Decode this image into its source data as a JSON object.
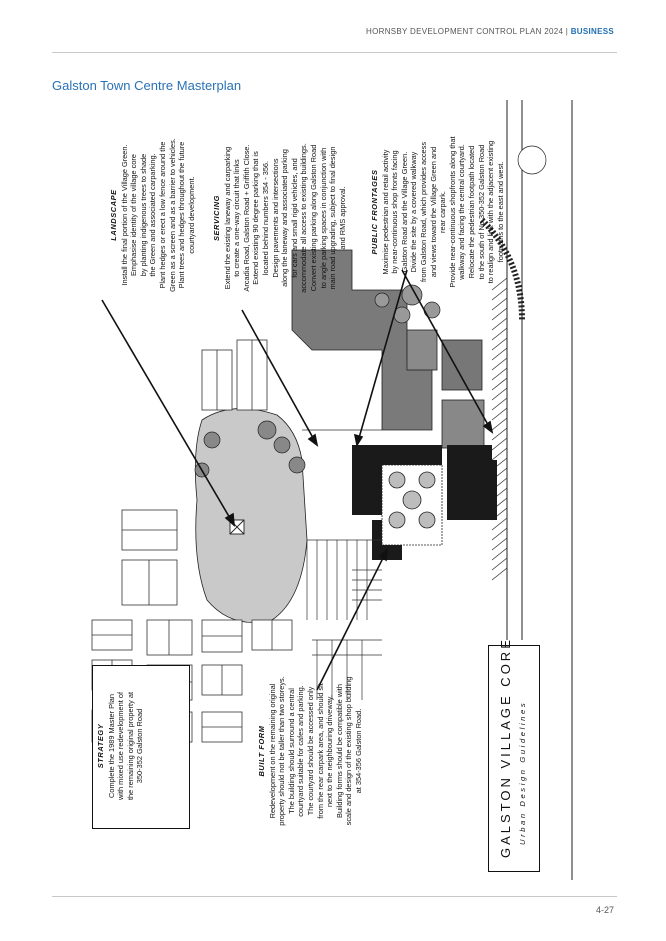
{
  "header": {
    "doc_title": "HORNSBY DEVELOPMENT CONTROL PLAN 2024",
    "separator": " | ",
    "section": "BUSINESS"
  },
  "page_title": "Galston Town Centre Masterplan",
  "page_number": "4-27",
  "plan": {
    "core_title": "GALSTON VILLAGE CORE",
    "core_subtitle": "Urban Design Guidelines",
    "strategy": {
      "heading": "STRATEGY",
      "lines": [
        "Complete the 1989 Master Plan",
        "with mixed use redevelopment of",
        "the remaining original property at",
        "350-352 Galston Road"
      ]
    },
    "built_form": {
      "heading": "BUILT FORM",
      "lines": [
        "Redevelopment on the remaining original",
        "property should not be taller than two storeys.",
        "The building should surround a central",
        "courtyard suitable for cafes and parking.",
        "The courtyard should be accessed only",
        "from the rear carpark area, and should sit",
        "next to the neighbouring driveway.",
        "Building forms should be compatible with",
        "scale and design of the existing shop building",
        "at 354-356 Galston Road."
      ]
    },
    "landscape": {
      "heading": "LANDSCAPE",
      "lines": [
        "Install the final portion of the Village Green.",
        "Emphasise identity of the village core",
        "by planting indigenous trees to shade",
        "the Green and associated carparking.",
        "Plant hedges or erect a low fence around the",
        "Green as a screen and as a barrier to vehicles.",
        "Plant trees and hedges throughout the future",
        "courtyard development."
      ]
    },
    "servicing": {
      "heading": "SERVICING",
      "lines": [
        "Extend the existing laneway and carparking",
        "to create a one-way circuit that links",
        "Arcadia Road, Galston Road + Griffith Close.",
        "Extend existing 90 degree parking that is",
        "located behind numbers 354 - 356.",
        "Design pavements and intersections",
        "along the laneway and associated parking",
        "for cars and small rigid vehicles, and",
        "accommodate all access to existing buildings.",
        "Convert existing parking along Galston Road",
        "to angle parking spaces in conjunction with",
        "main road upgrading, subject to final design",
        "and RMS approval."
      ]
    },
    "public_frontages": {
      "heading": "PUBLIC FRONTAGES",
      "lines": [
        "Maximise pedestrian and retail activity",
        "by near-continuous shop fronts facing",
        "Galston Road and the Village Green.",
        "Divide the site by a covered walkway",
        "from Galston Road, which provides access",
        "and views toward the Village Green and",
        "rear carpark.",
        "Provide near-continuous shopfronts along that",
        "walkway and facing the central courtyard.",
        "Relocate the pedestrian footpath located",
        "to the south of No.350-352 Galston Road",
        "to realign and link with the adjacent existing",
        "footpaths to the east and west."
      ]
    }
  }
}
